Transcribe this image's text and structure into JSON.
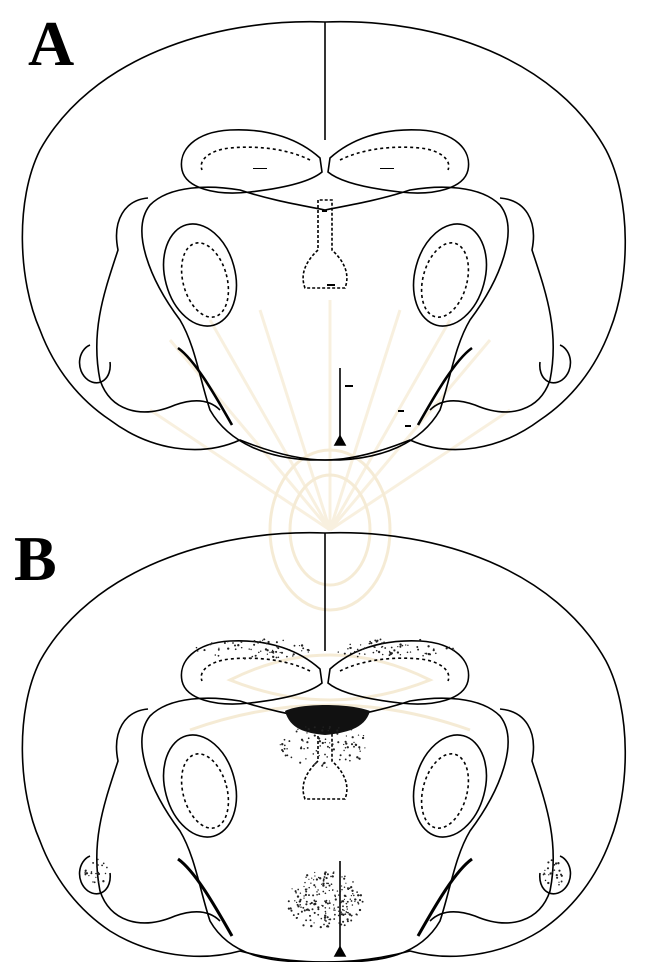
{
  "panels": [
    {
      "label": "A",
      "staining": "none"
    },
    {
      "label": "B",
      "staining": "stippled"
    }
  ],
  "watermark": {
    "icon": "university-seal-watermark",
    "color": "#f3e6c8"
  },
  "colors": {
    "line": "#000000",
    "background": "#ffffff",
    "stipple": "#222222"
  }
}
